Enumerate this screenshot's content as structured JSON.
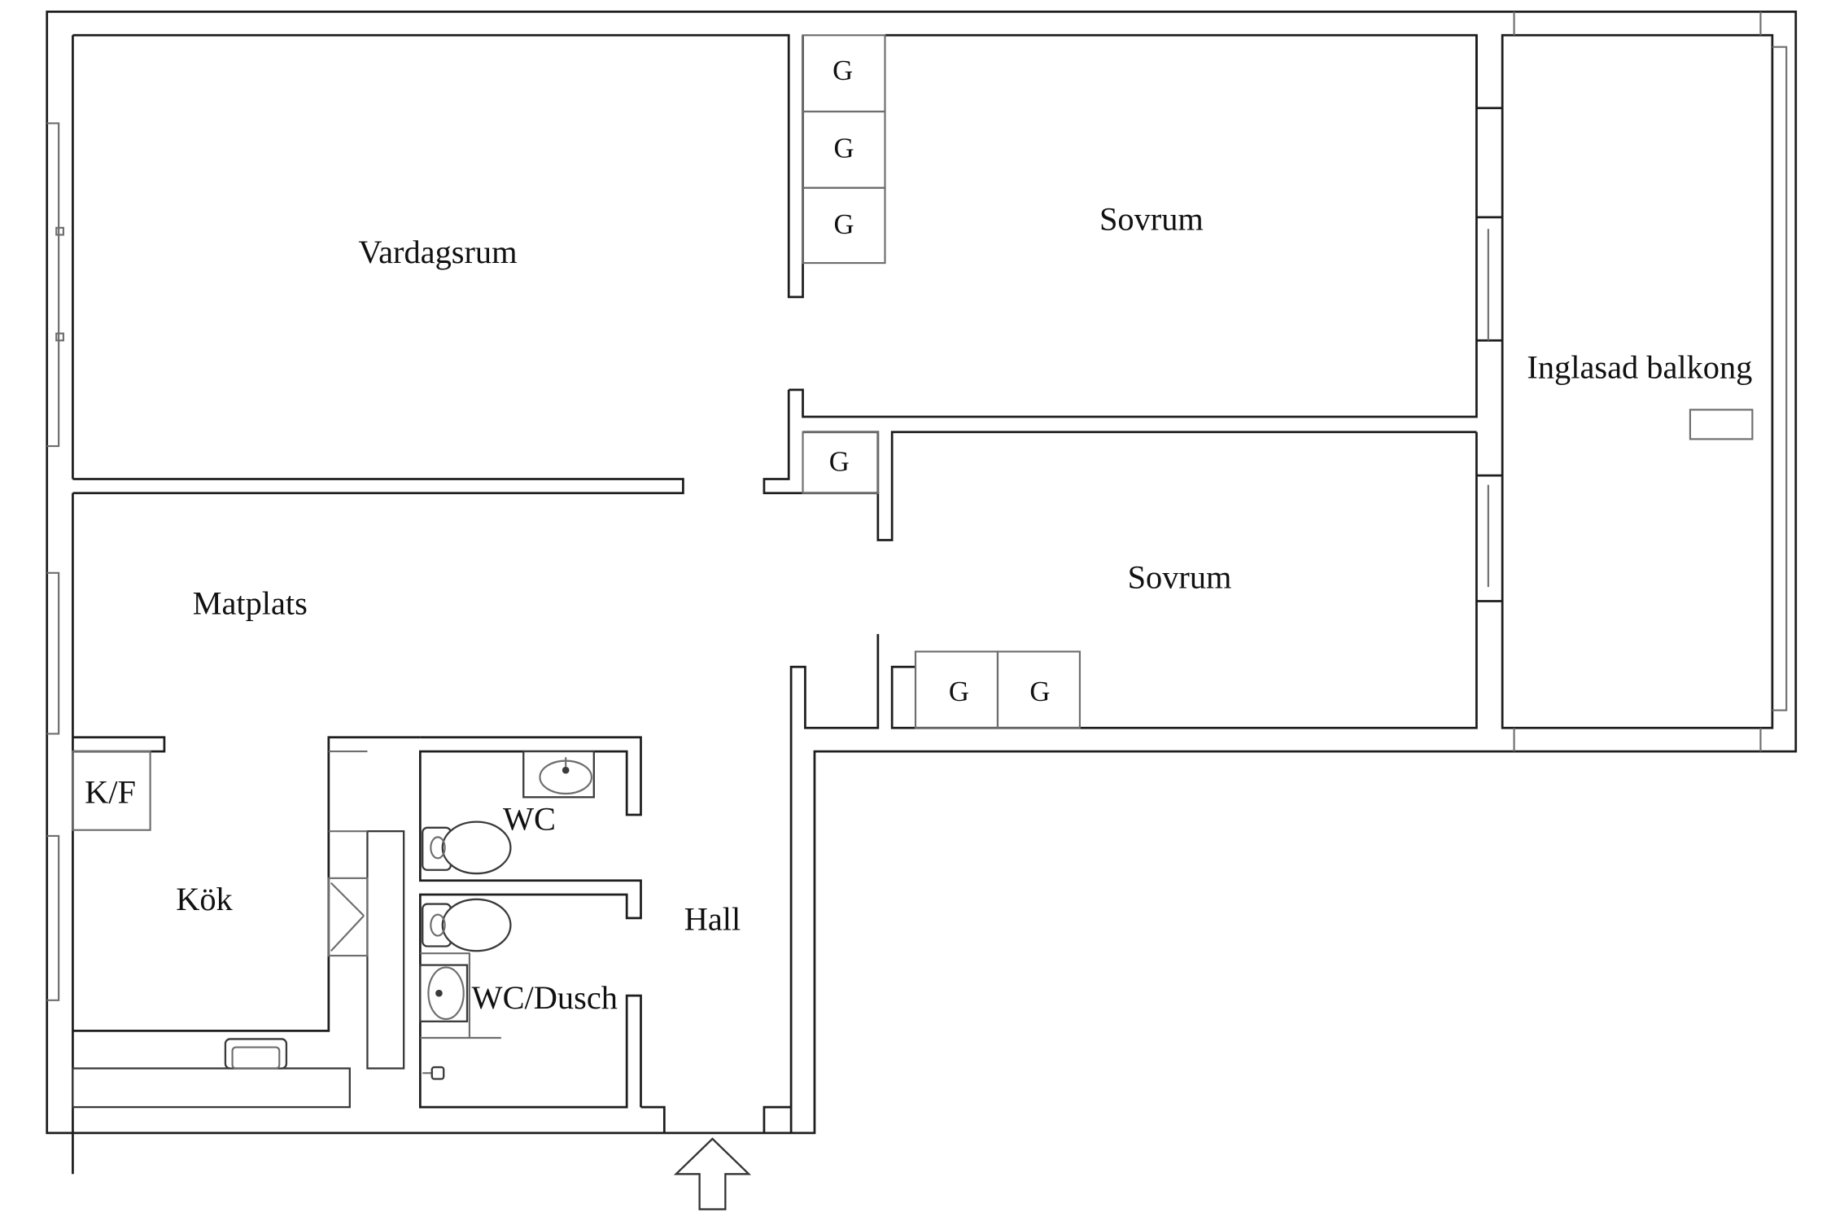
{
  "rooms": {
    "vardagsrum": "Vardagsrum",
    "sovrum_1": "Sovrum",
    "sovrum_2": "Sovrum",
    "inglasad_balkong": "Inglasad balkong",
    "matplats": "Matplats",
    "kok": "Kök",
    "kf": "K/F",
    "wc": "WC",
    "wc_dusch": "WC/Dusch",
    "hall": "Hall"
  },
  "wardrobes": {
    "label": "G"
  },
  "colors": {
    "line": "#1e1e1e",
    "background": "#ffffff"
  },
  "icons": [
    "entrance-arrow-icon",
    "toilet-icon",
    "sink-icon",
    "shower-icon",
    "kitchen-sink-icon"
  ]
}
